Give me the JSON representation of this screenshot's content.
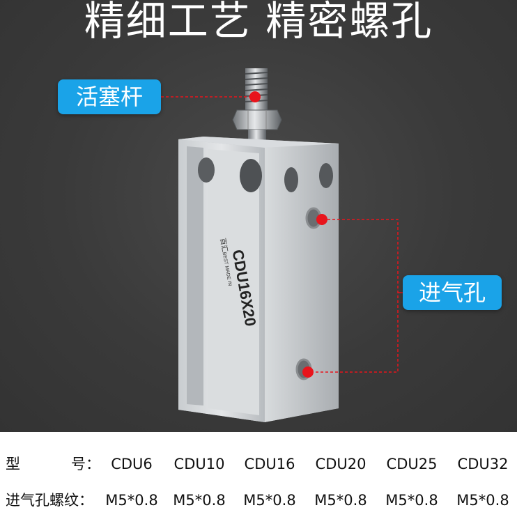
{
  "headline": "精细工艺 精密螺孔",
  "callouts": {
    "rod": "活塞杆",
    "inlet": "进气孔"
  },
  "product_marking": {
    "model": "CDU16X20",
    "brand": "百汇",
    "small_text": "BEST MADE IN"
  },
  "colors": {
    "callout_bg": "#1aa3e8",
    "marker": "#e8141c",
    "background": "#3a3a3a"
  },
  "spec_table": {
    "row_model_label_a": "型",
    "row_model_label_b": "号：",
    "row_thread_label": "进气孔螺纹：",
    "models": [
      "CDU6",
      "CDU10",
      "CDU16",
      "CDU20",
      "CDU25",
      "CDU32"
    ],
    "threads": [
      "M5*0.8",
      "M5*0.8",
      "M5*0.8",
      "M5*0.8",
      "M5*0.8",
      "M5*0.8"
    ]
  }
}
